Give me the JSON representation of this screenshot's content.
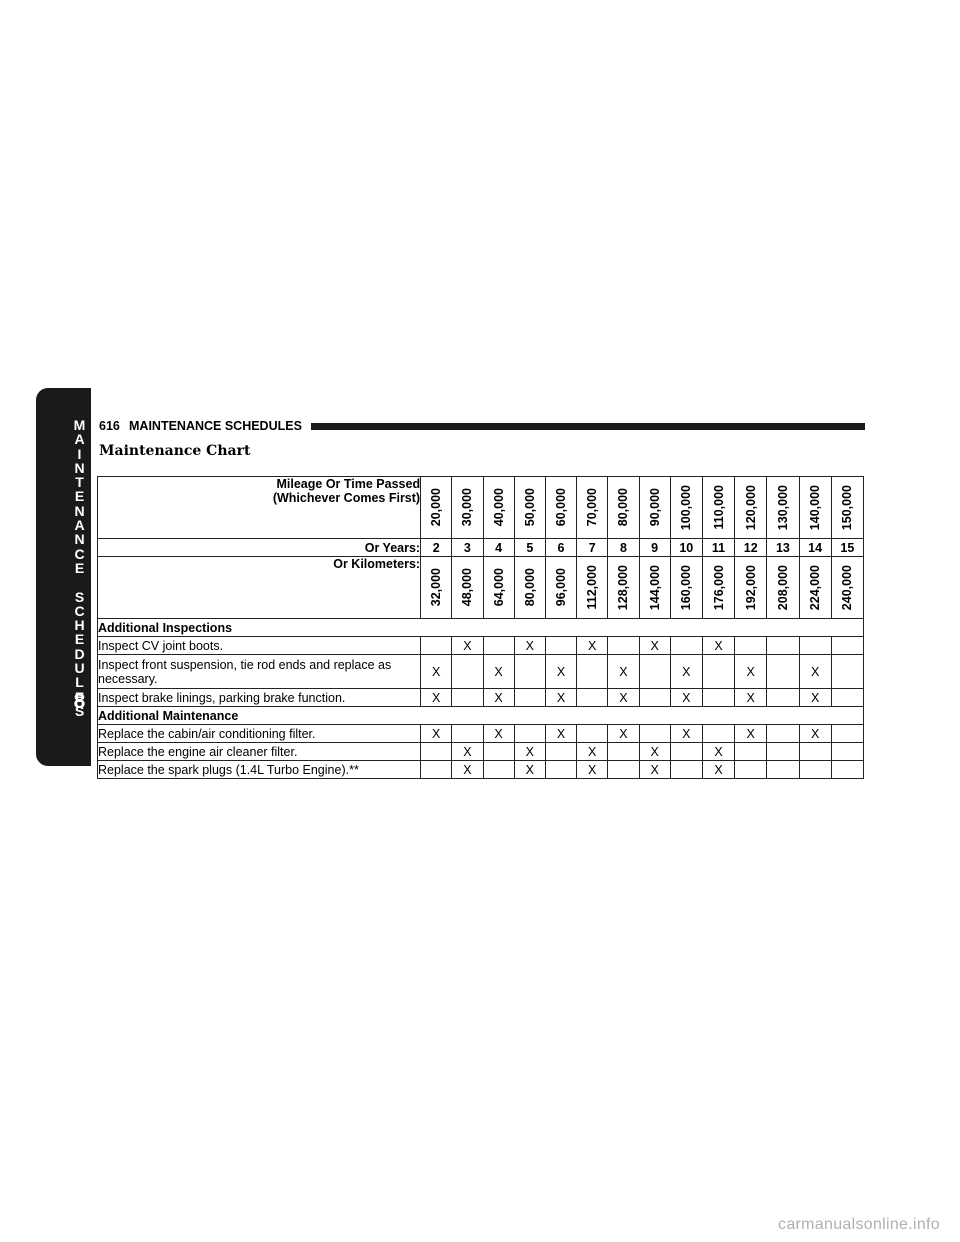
{
  "side_tab": {
    "letters": [
      "M",
      "A",
      "I",
      "N",
      "T",
      "E",
      "N",
      "A",
      "N",
      "C",
      "E",
      "",
      "S",
      "C",
      "H",
      "E",
      "D",
      "U",
      "L",
      "E",
      "S"
    ],
    "chapter": "8"
  },
  "header": {
    "page_number": "616",
    "section": "MAINTENANCE SCHEDULES"
  },
  "title": "Maintenance Chart",
  "table": {
    "mileage_label": [
      "Mileage Or Time Passed",
      "(Whichever Comes First)"
    ],
    "years_label": "Or Years:",
    "km_label": "Or Kilometers:",
    "miles": [
      "20,000",
      "30,000",
      "40,000",
      "50,000",
      "60,000",
      "70,000",
      "80,000",
      "90,000",
      "100,000",
      "110,000",
      "120,000",
      "130,000",
      "140,000",
      "150,000"
    ],
    "years": [
      "2",
      "3",
      "4",
      "5",
      "6",
      "7",
      "8",
      "9",
      "10",
      "11",
      "12",
      "13",
      "14",
      "15"
    ],
    "kilometers": [
      "32,000",
      "48,000",
      "64,000",
      "80,000",
      "96,000",
      "112,000",
      "128,000",
      "144,000",
      "160,000",
      "176,000",
      "192,000",
      "208,000",
      "224,000",
      "240,000"
    ],
    "sections": [
      {
        "title": "Additional Inspections",
        "rows": [
          {
            "label": "Inspect CV joint boots.",
            "marks": [
              "",
              "X",
              "",
              "X",
              "",
              "X",
              "",
              "X",
              "",
              "X"
            ]
          },
          {
            "label": "Inspect front suspension, tie rod ends and replace as necessary.",
            "marks": [
              "X",
              "",
              "X",
              "",
              "X",
              "",
              "X",
              "",
              "X",
              "",
              "X",
              "",
              "X",
              ""
            ]
          },
          {
            "label": "Inspect brake linings, parking brake function.",
            "marks": [
              "X",
              "",
              "X",
              "",
              "X",
              "",
              "X",
              "",
              "X",
              "",
              "X",
              "",
              "X",
              ""
            ]
          }
        ]
      },
      {
        "title": "Additional Maintenance",
        "rows": [
          {
            "label": "Replace the cabin/air conditioning filter.",
            "marks": [
              "X",
              "",
              "X",
              "",
              "X",
              "",
              "X",
              "",
              "X",
              "",
              "X",
              "",
              "X",
              ""
            ]
          },
          {
            "label": "Replace the engine air cleaner filter.",
            "marks": [
              "",
              "X",
              "",
              "X",
              "",
              "X",
              "",
              "X",
              "",
              "X"
            ]
          },
          {
            "label": "Replace the spark plugs (1.4L Turbo Engine).**",
            "marks": [
              "",
              "X",
              "",
              "X",
              "",
              "X",
              "",
              "X",
              "",
              "X"
            ]
          }
        ]
      }
    ]
  },
  "watermark": "carmanualsonline.info"
}
